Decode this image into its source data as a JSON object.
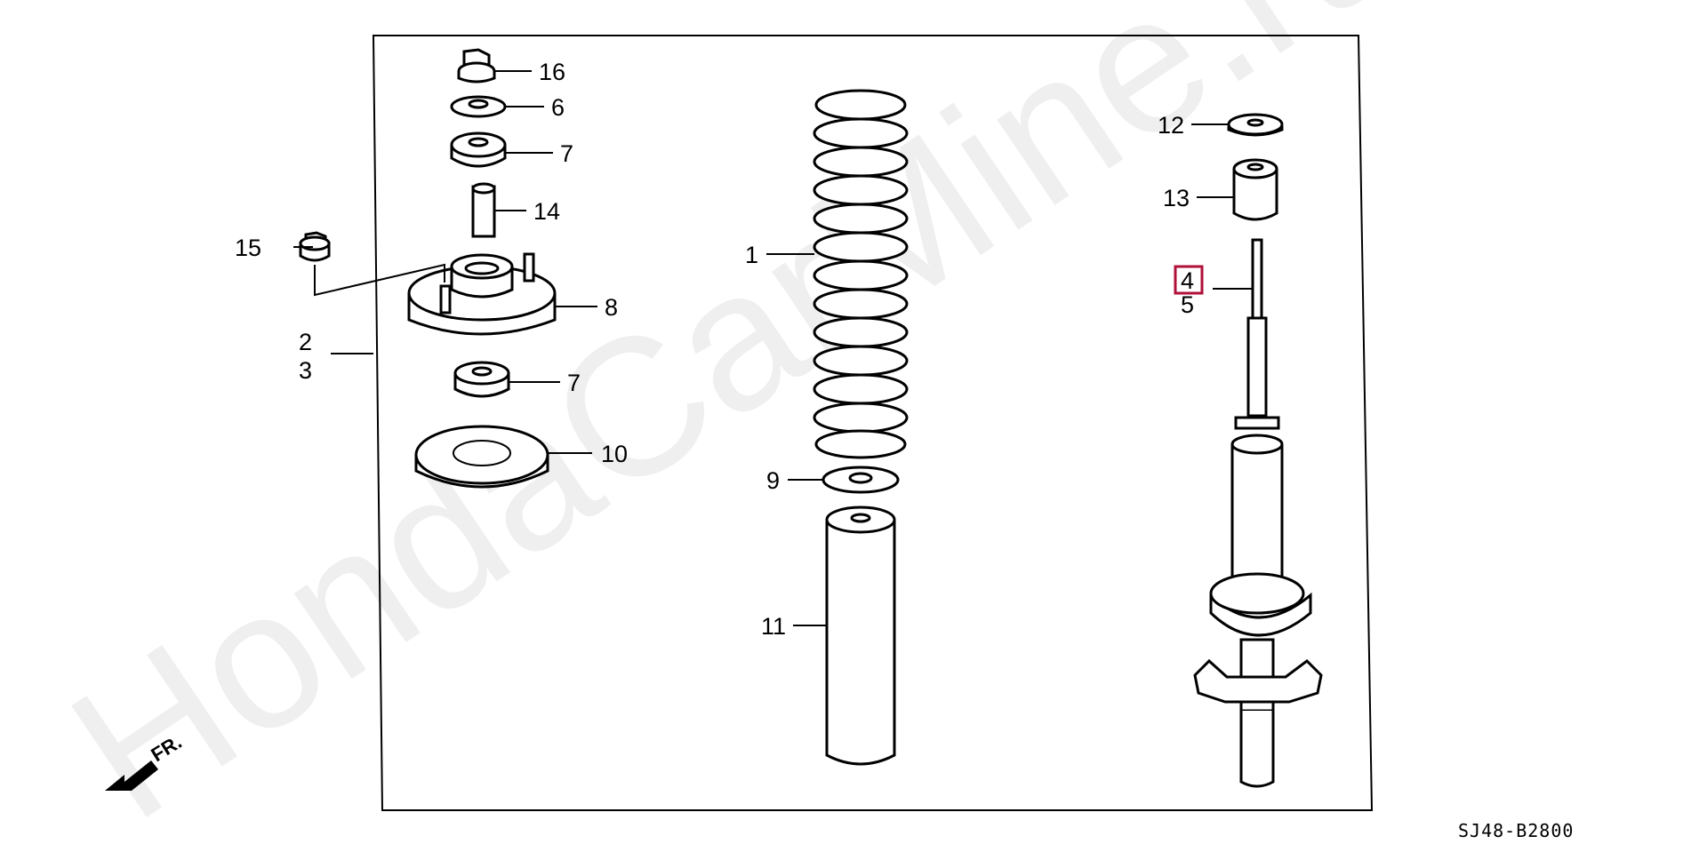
{
  "diagram": {
    "watermark": "HondaCarMine.ru",
    "drawing_code": "SJ48-B2800",
    "front_marker": "FR.",
    "highlight_color": "#b0103a",
    "callouts": [
      {
        "id": "c16",
        "label": "16"
      },
      {
        "id": "c6",
        "label": "6"
      },
      {
        "id": "c7a",
        "label": "7"
      },
      {
        "id": "c14",
        "label": "14"
      },
      {
        "id": "c15",
        "label": "15"
      },
      {
        "id": "c8",
        "label": "8"
      },
      {
        "id": "c2",
        "label": "2"
      },
      {
        "id": "c3",
        "label": "3"
      },
      {
        "id": "c7b",
        "label": "7"
      },
      {
        "id": "c10",
        "label": "10"
      },
      {
        "id": "c1",
        "label": "1"
      },
      {
        "id": "c9",
        "label": "9"
      },
      {
        "id": "c11",
        "label": "11"
      },
      {
        "id": "c12",
        "label": "12"
      },
      {
        "id": "c13",
        "label": "13"
      },
      {
        "id": "c4",
        "label": "4",
        "highlighted": true
      },
      {
        "id": "c5",
        "label": "5"
      }
    ]
  }
}
